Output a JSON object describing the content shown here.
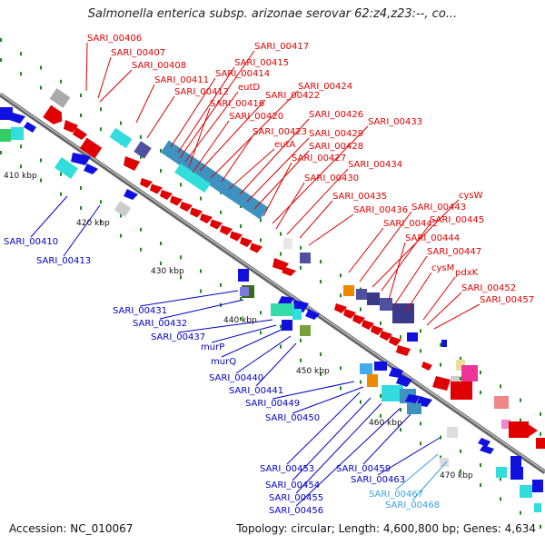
{
  "title": "Salmonella enterica subsp. arizonae serovar 62:z4,z23:--, co...",
  "accession": "Accession: NC_010067",
  "summary": "Topology: circular; Length: 4,600,800 bp; Genes: 4,634",
  "colors": {
    "forward_label": "#e00000",
    "reverse_label": "#0000c8",
    "rna_label": "#3aa0e0",
    "backbone": "#888888",
    "tick": "#1a8a1a"
  },
  "kbp_labels": [
    "410 kbp",
    "420 kbp",
    "430 kbp",
    "440 kbp",
    "450 kbp",
    "460 kbp",
    "470 kbp"
  ],
  "forward_genes": [
    "SARI_00406",
    "SARI_00407",
    "SARI_00408",
    "SARI_00411",
    "SARI_00412",
    "SARI_00414",
    "SARI_00415",
    "SARI_00417",
    "eutD",
    "SARI_00416",
    "SARI_00422",
    "SARI_00424",
    "SARI_00420",
    "SARI_00423",
    "eutA",
    "SARI_00426",
    "SARI_00429",
    "SARI_00428",
    "SARI_00427",
    "SARI_00433",
    "SARI_00430",
    "SARI_00434",
    "SARI_00435",
    "SARI_00436",
    "SARI_00442",
    "SARI_00443",
    "cysW",
    "SARI_00445",
    "SARI_00444",
    "SARI_00447",
    "cysM",
    "pdxK",
    "SARI_00452",
    "SARI_00457"
  ],
  "reverse_genes": [
    "SARI_00410",
    "SARI_00413",
    "SARI_00431",
    "SARI_00432",
    "SARI_00437",
    "murP",
    "murQ",
    "SARI_00440",
    "SARI_00441",
    "SARI_00449",
    "SARI_00450",
    "SARI_00453",
    "SARI_00454",
    "SARI_00455",
    "SARI_00456",
    "SARI_00459",
    "SARI_00463"
  ],
  "rna_genes": [
    "SARI_00467",
    "SARI_00468"
  ]
}
